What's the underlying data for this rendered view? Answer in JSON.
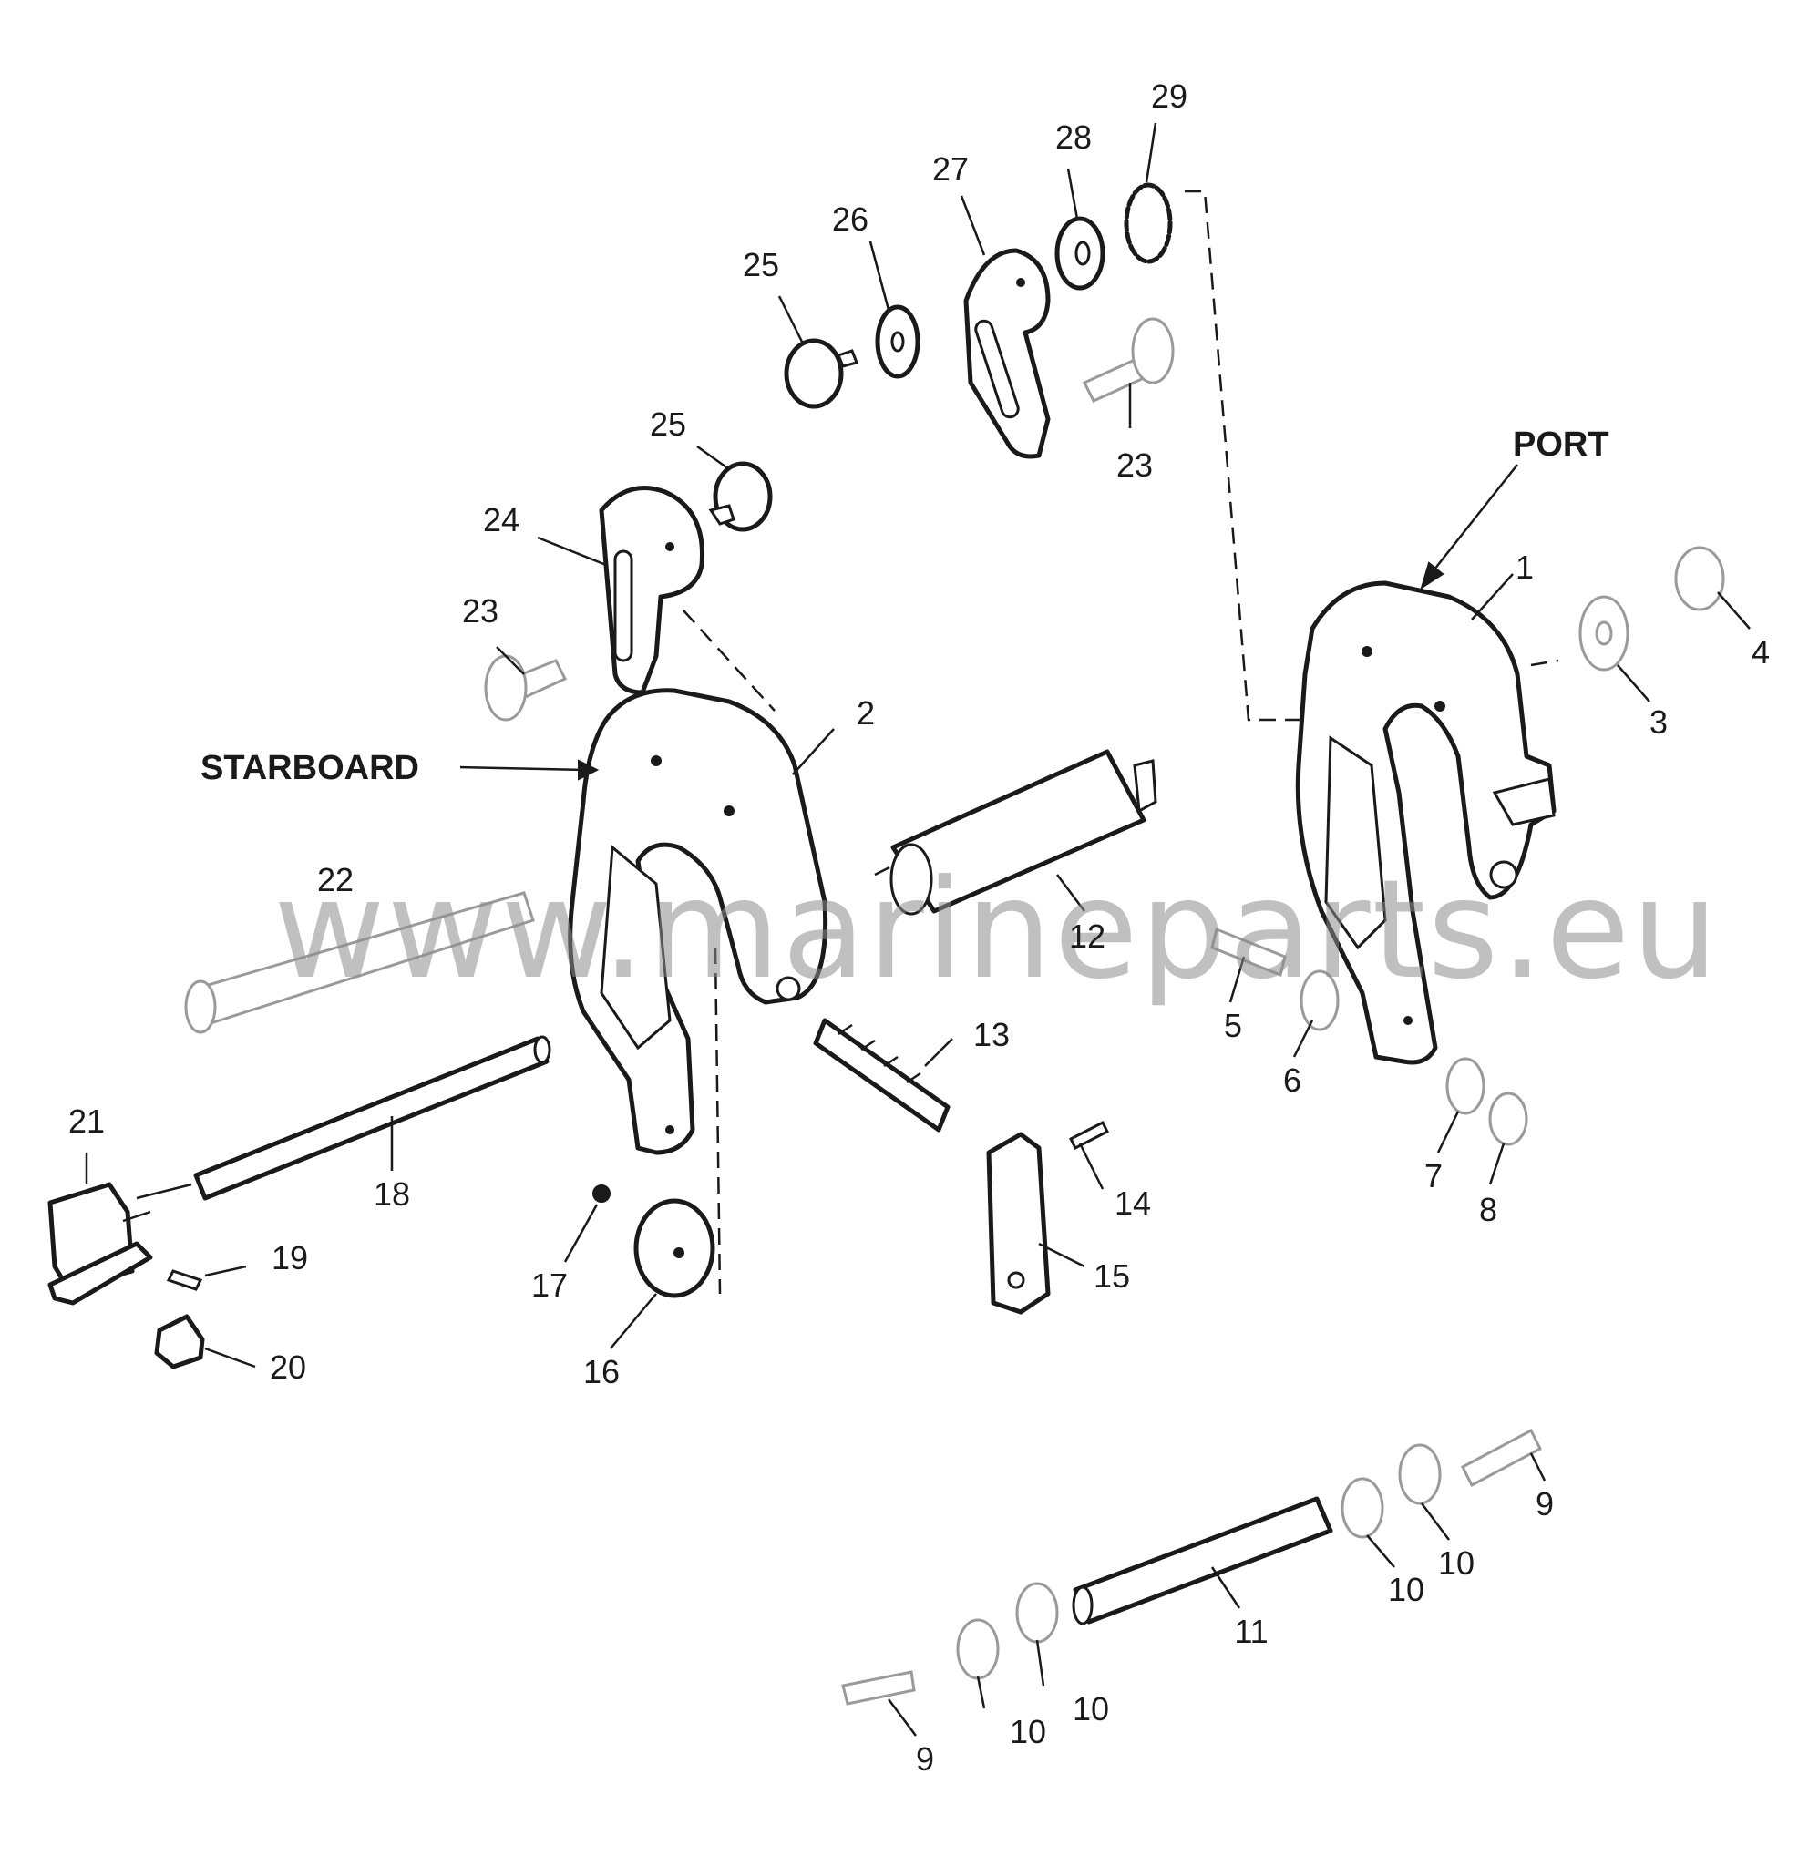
{
  "diagram": {
    "watermark": "www.marineparts.eu",
    "side_labels": {
      "port": "PORT",
      "starboard": "STARBOARD"
    },
    "callouts": {
      "c1": "1",
      "c2": "2",
      "c3": "3",
      "c4": "4",
      "c5": "5",
      "c6": "6",
      "c7": "7",
      "c8": "8",
      "c9a": "9",
      "c9b": "9",
      "c10a": "10",
      "c10b": "10",
      "c10c": "10",
      "c10d": "10",
      "c11": "11",
      "c12": "12",
      "c13": "13",
      "c14": "14",
      "c15": "15",
      "c16": "16",
      "c17": "17",
      "c18": "18",
      "c19": "19",
      "c20": "20",
      "c21": "21",
      "c22": "22",
      "c23a": "23",
      "c23b": "23",
      "c24": "24",
      "c25a": "25",
      "c25b": "25",
      "c26": "26",
      "c27": "27",
      "c28": "28",
      "c29": "29"
    }
  }
}
